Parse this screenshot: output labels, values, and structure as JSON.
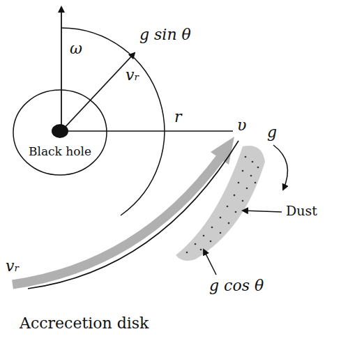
{
  "diagram": {
    "nodes": [
      {
        "text": [
          "Black hole"
        ]
      }
    ],
    "labels": [
      "ω",
      "g sin θ",
      "vᵣ",
      "r",
      "υ",
      "g",
      "Dust",
      "g cos θ",
      "vᵣ",
      "Accrecetion disk"
    ]
  }
}
